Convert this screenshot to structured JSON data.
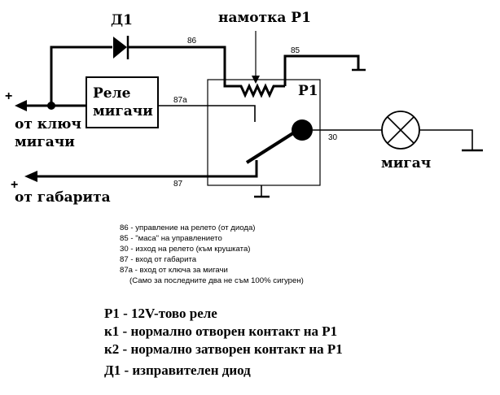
{
  "labels": {
    "diode": "Д1",
    "coil": "намотка Р1",
    "relay": "Р1",
    "flasher_box_line1": "Реле",
    "flasher_box_line2": "мигачи",
    "key_line1": "от  ключ",
    "key_line2": "мигачи",
    "parking": "от габарита",
    "lamp": "мигач",
    "plus_key": "+",
    "plus_parking": "+"
  },
  "pins": {
    "p86": "86",
    "p85": "85",
    "p87a": "87a",
    "p87": "87",
    "p30": "30"
  },
  "legend": [
    "86 - управление на релето (от диода)",
    "85 - \"маса\" на управлението",
    "30 - изход на релето (към крушката)",
    "87 - вход от габарита",
    "87a - вход от ключа за мигачи"
  ],
  "legend_note": "(Само за последните два не съм 100% сигурен)",
  "definitions": [
    "Р1 - 12V-тово реле",
    "к1 - нормално отворен контакт на Р1",
    "к2 - нормално затворен контакт на Р1",
    "Д1 - изправителен диод"
  ]
}
